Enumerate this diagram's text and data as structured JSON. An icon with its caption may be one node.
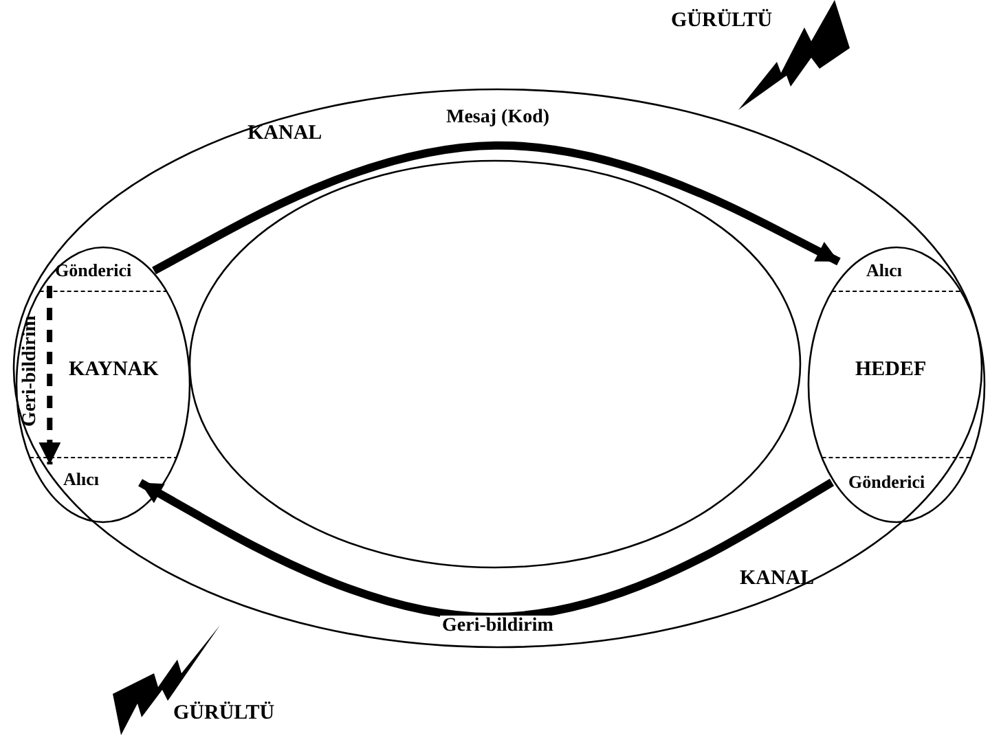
{
  "diagram": {
    "nodes": [
      {
        "text": [
          "KAYNAK"
        ]
      },
      {
        "text": [
          "Gönderici"
        ],
        "in": 0
      },
      {
        "text": [
          "Alıcı"
        ],
        "in": 0
      },
      {
        "text": [
          "HEDEF"
        ]
      },
      {
        "text": [
          "Alıcı"
        ],
        "in": 3
      },
      {
        "text": [
          "Gönderici"
        ],
        "in": 3
      }
    ],
    "edges": [
      {
        "from": 1,
        "to": 4,
        "arrow": "to",
        "label": "Mesaj (Kod)"
      },
      {
        "from": 5,
        "to": 2,
        "arrow": "to",
        "label": "Geri-bildirim"
      },
      {
        "from": 1,
        "to": 2,
        "arrow": "to",
        "label": "Geri-bildirim",
        "style": "dashed"
      }
    ],
    "labels": [
      "GÜRÜLTÜ",
      "KANAL",
      "KANAL",
      "GÜRÜLTÜ"
    ]
  }
}
